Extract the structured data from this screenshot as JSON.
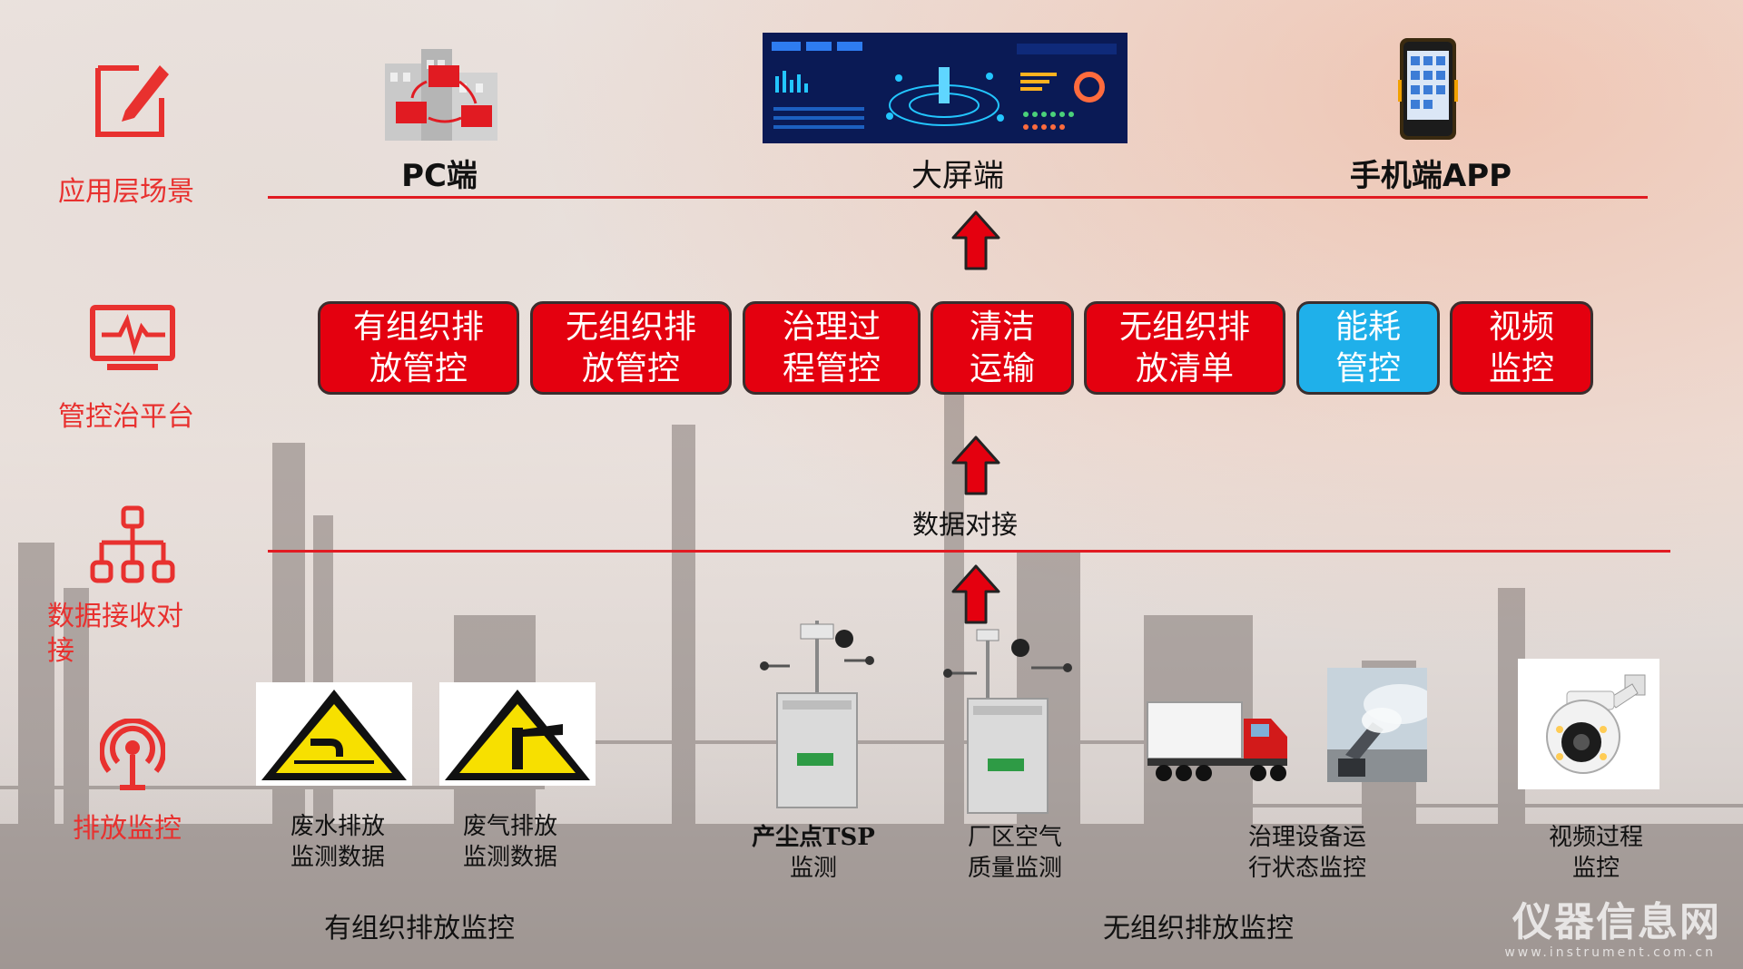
{
  "layers": {
    "application": "应用层场景",
    "platform": "管控治平台",
    "data_receive": "数据接收对",
    "data_receive_cont": "接",
    "emission": "排放监控"
  },
  "terminals": {
    "pc": "PC端",
    "big_screen": "大屏端",
    "mobile": "手机端APP"
  },
  "modules": [
    {
      "line1": "有组织排",
      "line2": "放管控",
      "color": "#e4000f"
    },
    {
      "line1": "无组织排",
      "line2": "放管控",
      "color": "#e4000f"
    },
    {
      "line1": "治理过",
      "line2": "程管控",
      "color": "#e4000f"
    },
    {
      "line1": "清洁",
      "line2": "运输",
      "color": "#e4000f"
    },
    {
      "line1": "无组织排",
      "line2": "放清单",
      "color": "#e4000f"
    },
    {
      "line1": "能耗",
      "line2": "管控",
      "color": "#1fb0ea"
    },
    {
      "line1": "视频",
      "line2": "监控",
      "color": "#e4000f"
    }
  ],
  "data_link": "数据对接",
  "monitors": {
    "wastewater": {
      "line1": "废水排放",
      "line2": "监测数据"
    },
    "waste_gas": {
      "line1": "废气排放",
      "line2": "监测数据"
    },
    "tsp": {
      "line1": "产尘点TSP",
      "line2": "监测"
    },
    "air": {
      "line1": "厂区空气",
      "line2": "质量监测"
    },
    "equipment": {
      "line1": "治理设备运",
      "line2": "行状态监控"
    },
    "video": {
      "line1": "视频过程",
      "line2": "监控"
    }
  },
  "groups": {
    "organized": "有组织排放监控",
    "unorganized": "无组织排放监控"
  },
  "watermark": {
    "main": "仪器信息网",
    "sub": "www.instrument.com.cn"
  },
  "colors": {
    "accent_red": "#e11b22",
    "box_red": "#e4000f",
    "box_blue": "#1fb0ea"
  }
}
